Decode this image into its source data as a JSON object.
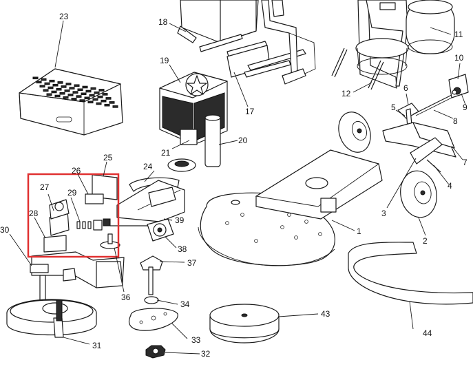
{
  "callouts": [
    "1",
    "2",
    "3",
    "4",
    "5",
    "6",
    "7",
    "8",
    "9",
    "10",
    "11",
    "12",
    "17",
    "18",
    "19",
    "20",
    "21",
    "23",
    "24",
    "25",
    "26",
    "27",
    "28",
    "29",
    "30",
    "31",
    "32",
    "33",
    "34",
    "36",
    "37",
    "38",
    "39",
    "43",
    "44"
  ],
  "colors": {
    "highlight_box": "#e03030",
    "line": "#1a1a1a"
  },
  "highlight": {
    "contains": [
      "25",
      "26",
      "27",
      "28",
      "29"
    ]
  }
}
